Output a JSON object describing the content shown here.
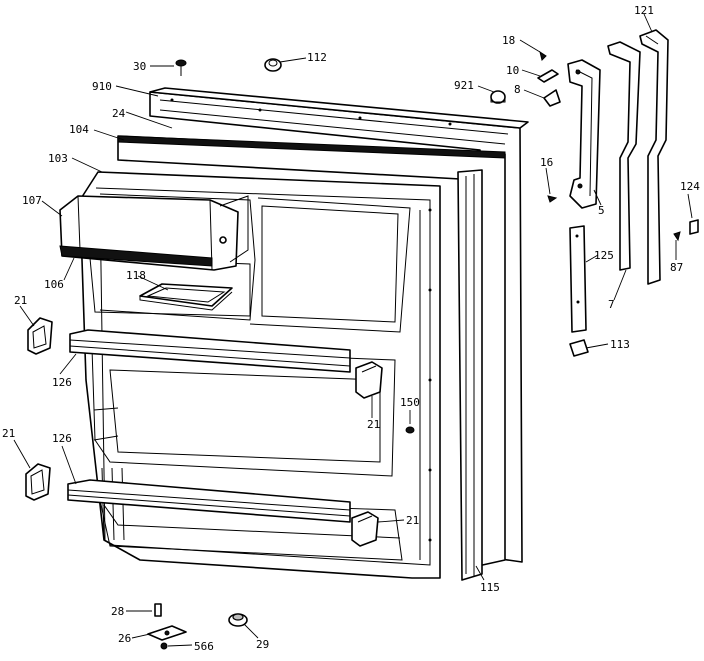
{
  "callouts": {
    "c30": "30",
    "c112": "112",
    "c910": "910",
    "c24": "24",
    "c104": "104",
    "c103": "103",
    "c107": "107",
    "c106": "106",
    "c118": "118",
    "c21a": "21",
    "c126a": "126",
    "c21b": "21",
    "c126b": "126",
    "c21c": "21",
    "c21d": "21",
    "c150": "150",
    "c115": "115",
    "c18": "18",
    "c10": "10",
    "c921": "921",
    "c8": "8",
    "c16": "16",
    "c5": "5",
    "c125": "125",
    "c113": "113",
    "c121": "121",
    "c124": "124",
    "c87": "87",
    "c7": "7",
    "c28": "28",
    "c26": "26",
    "c566": "566",
    "c29": "29"
  }
}
